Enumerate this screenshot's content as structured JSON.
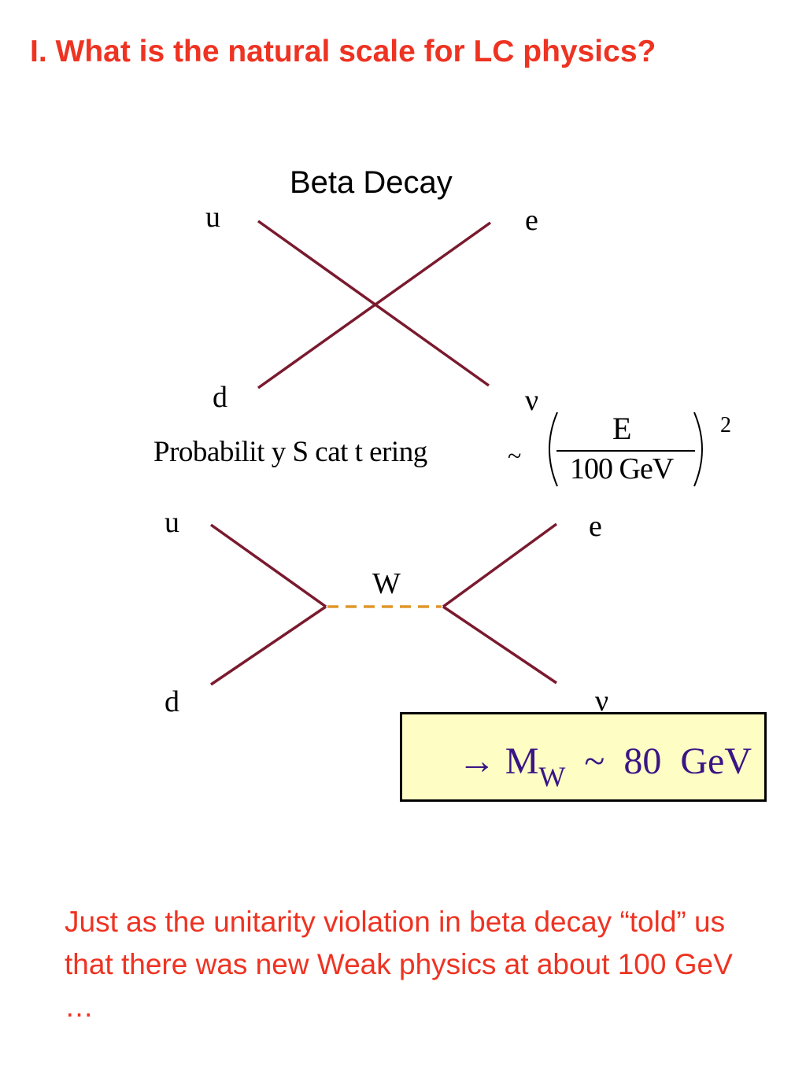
{
  "slide": {
    "title": "I.  What is the natural scale for LC physics?",
    "diagram_title": "Beta Decay",
    "contact": {
      "label_u": "u",
      "label_e": "e",
      "label_d": "d",
      "label_nu": "ν"
    },
    "formula": {
      "lhs": "Probabilit y S cat t ering",
      "tilde": "~",
      "numerator": "E",
      "denominator": "100  GeV",
      "exponent": "2"
    },
    "exchange": {
      "label_u": "u",
      "label_e": "e",
      "label_d": "d",
      "label_nu": "ν",
      "label_w": "W"
    },
    "result": {
      "prefix": "→ M",
      "subscript": "W",
      "suffix": "  ~  80  GeV"
    },
    "conclusion": "Just as the unitarity violation in beta decay “told” us that there was new Weak physics at about 100 GeV …"
  },
  "colors": {
    "title": "#ee3322",
    "fermion_line": "#7a1a2e",
    "w_boson_line": "#e0962a",
    "result_box_fill": "#fdfdc4",
    "result_text": "#3a1585"
  }
}
